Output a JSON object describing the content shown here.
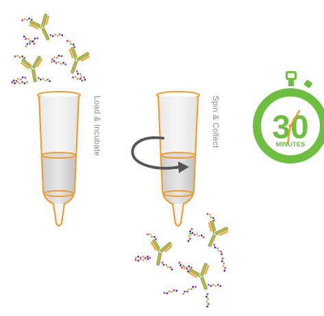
{
  "steps": [
    {
      "label": "Load & Incubate"
    },
    {
      "label": "Spin & Collect"
    }
  ],
  "timer": {
    "value": "30",
    "unit": "MINUTES",
    "ring_color": "#6cbf3f",
    "digit_color": "#6cbf3f"
  },
  "colors": {
    "tube_outline": "#f39a2c",
    "tube_fill": "#d9d9d9",
    "arrow": "#555555",
    "antibody_green": "#7cba58",
    "antibody_orange": "#f2a33a",
    "chain_pink": "#e0378c",
    "chain_purple": "#4a3c8f",
    "chain_green": "#7cba58",
    "chain_orange": "#f2a33a"
  },
  "icons": {
    "tube": "spin-column-icon",
    "arrow": "rotation-arrow-icon",
    "timer": "stopwatch-icon",
    "antibody": "antibody-icon",
    "chain": "conjugate-chain-icon"
  }
}
